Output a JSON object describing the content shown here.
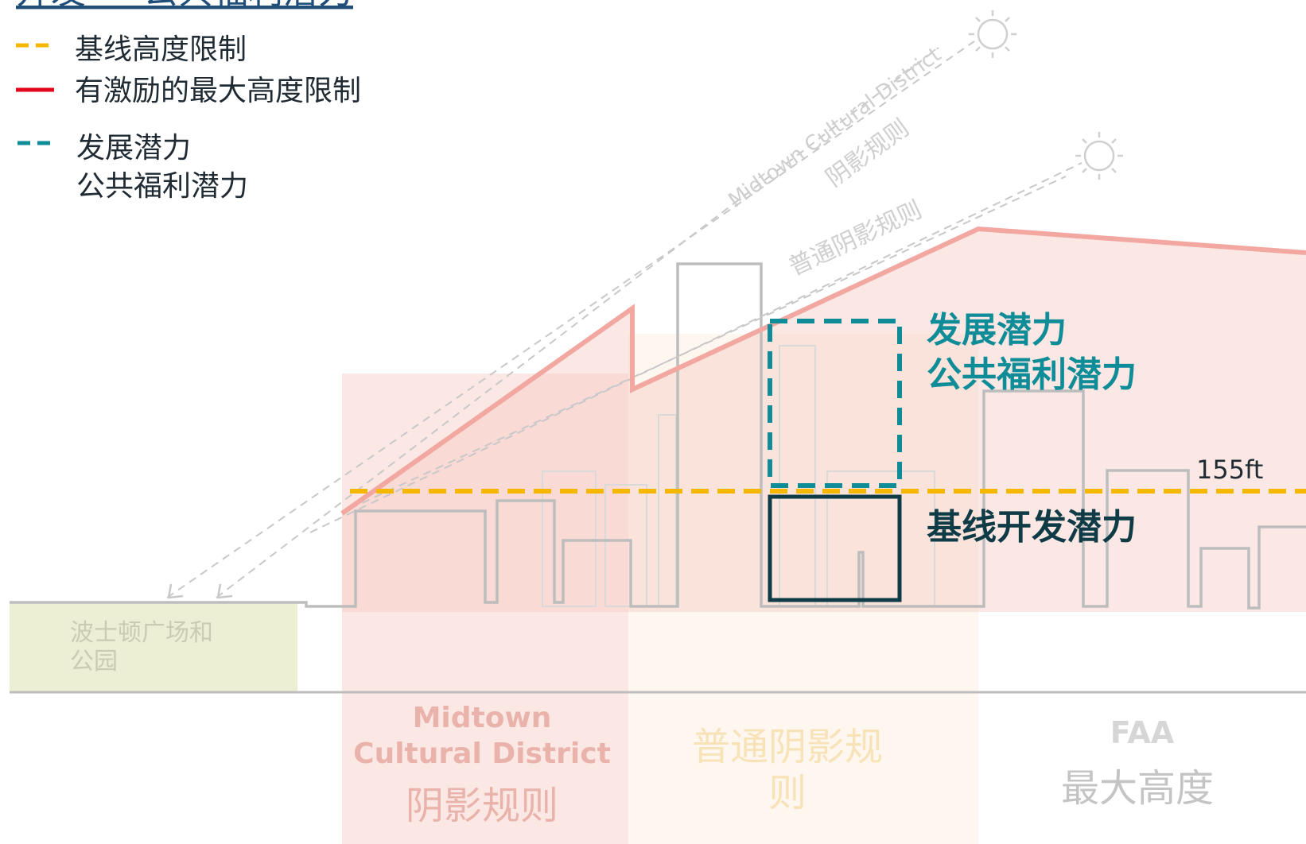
{
  "title": "开发 — 公共福利潜力",
  "legend": {
    "items": [
      {
        "label": "基线高度限制",
        "color": "#F6B700",
        "style": "dashed"
      },
      {
        "label": "有激励的最大高度限制",
        "color": "#E3061B",
        "style": "solid"
      },
      {
        "label": "发展潜力",
        "label2": "公共福利潜力",
        "color": "#0E8C97",
        "style": "dashed"
      }
    ]
  },
  "shadow_labels": {
    "midtown_en": "Midtown Cultural District",
    "midtown_cn": "阴影规则",
    "general": "普通阴影规则"
  },
  "callouts": {
    "dev_potential": "发展潜力",
    "public_benefit": "公共福利潜力",
    "baseline_potential": "基线开发潜力",
    "height_label": "155ft"
  },
  "park": {
    "line1": "波士顿广场和",
    "line2": "公园"
  },
  "zones": {
    "midtown": {
      "line1": "Midtown",
      "line2": "Cultural District",
      "line3": "阴影规则"
    },
    "general": {
      "line1": "普通阴影规",
      "line2": "则"
    },
    "faa": {
      "line1": "FAA",
      "line2": "最大高度"
    }
  },
  "colors": {
    "baseline": "#F6B700",
    "max_height": "#E3061B",
    "teal": "#0E8C97",
    "dark": "#0F3B47",
    "park_fill": "#EDEFD5",
    "midtown_fill": "#FBE6E1",
    "general_fill": "#FEF7EF"
  }
}
